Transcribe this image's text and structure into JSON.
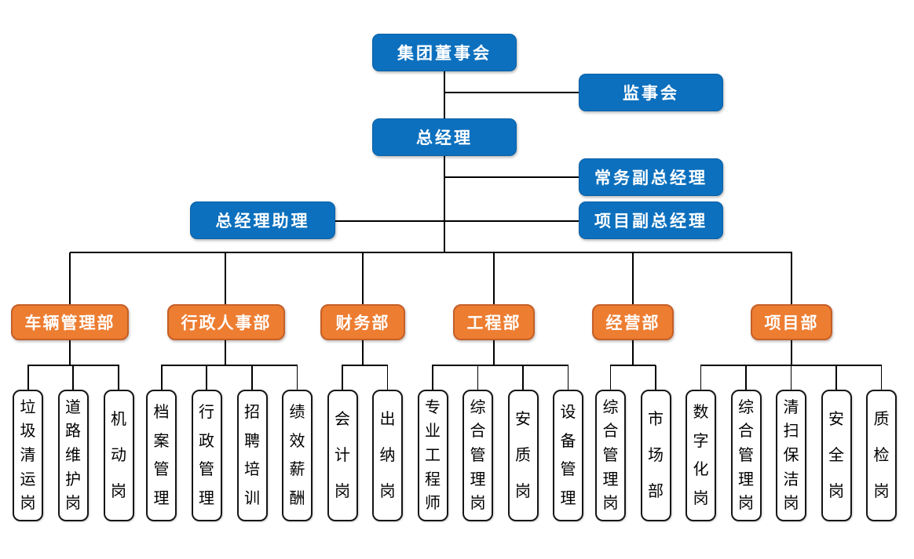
{
  "org_chart": {
    "executive": {
      "board": "集团董事会",
      "supervisory_board": "监事会",
      "general_manager": "总经理",
      "executive_deputy_gm": "常务副总经理",
      "gm_assistant": "总经理助理",
      "project_deputy_gm": "项目副总经理"
    },
    "departments": [
      {
        "label": "车辆管理部",
        "positions": [
          "垃圾清运岗",
          "道路维护岗",
          "机动岗"
        ]
      },
      {
        "label": "行政人事部",
        "positions": [
          "档案管理",
          "行政管理",
          "招聘培训",
          "绩效薪酬"
        ]
      },
      {
        "label": "财务部",
        "positions": [
          "会计岗",
          "出纳岗"
        ]
      },
      {
        "label": "工程部",
        "positions": [
          "专业工程师",
          "综合管理岗",
          "安质岗",
          "设备管理"
        ]
      },
      {
        "label": "经营部",
        "positions": [
          "综合管理岗",
          "市场部"
        ]
      },
      {
        "label": "项目部",
        "positions": [
          "数字化岗",
          "综合管理岗",
          "清扫保洁岗",
          "安全岗",
          "质检岗"
        ]
      }
    ],
    "colors": {
      "node_blue": "#0C70BE",
      "node_blue_border": "#0A60A6",
      "dept_orange": "#ED7D31",
      "dept_orange_border": "#C55F27",
      "position_fill": "#FFFFFF",
      "position_border": "#161616",
      "connector": "#000000"
    }
  }
}
